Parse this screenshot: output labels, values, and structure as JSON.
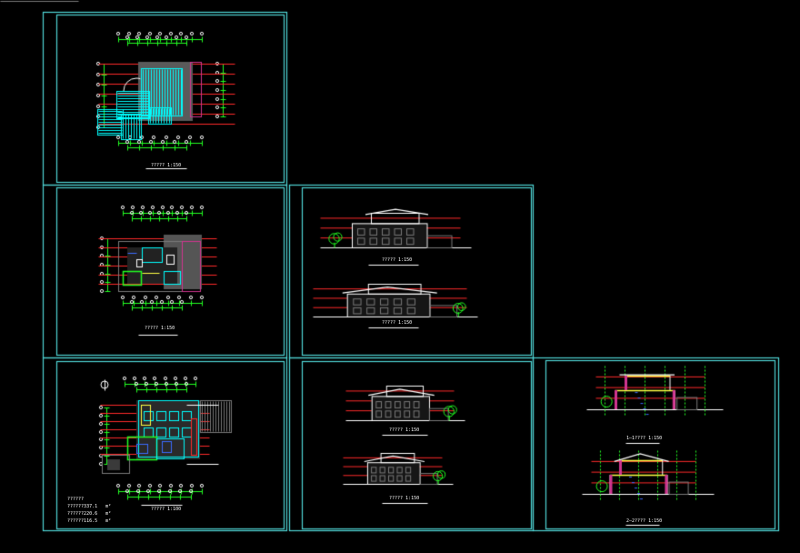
{
  "colors": {
    "background": "#000000",
    "sheet_border": "#4fd6d6",
    "wall_cyan": "#00ffff",
    "dim_green": "#22ff22",
    "red": "#ff2a2a",
    "magenta": "#d0348f",
    "white": "#ffffff",
    "gray": "#7a7a7a",
    "yellow": "#ffff44",
    "blue": "#3b6bff"
  },
  "sheets": [
    {
      "id": "roof-plan",
      "view": "plan-roof",
      "caption": "?????      1:150"
    },
    {
      "id": "upper-floor-plan",
      "view": "plan-upper",
      "caption": "?????      1:150"
    },
    {
      "id": "elevations-a",
      "view": "elevations",
      "captions": [
        "?????      1:150",
        "?????      1:150"
      ]
    },
    {
      "id": "ground-floor-plan",
      "view": "plan-ground",
      "caption": "?????      1:100",
      "area_table": [
        "??????",
        "??????337.1   m²",
        "??????220.6   m²",
        "??????116.5   m²"
      ]
    },
    {
      "id": "elevations-b",
      "view": "elevations",
      "captions": [
        "?????      1:150",
        "?????      1:150"
      ]
    },
    {
      "id": "sections",
      "view": "sections",
      "captions": [
        "1—1????      1:150",
        "2—2????      1:150"
      ]
    }
  ]
}
